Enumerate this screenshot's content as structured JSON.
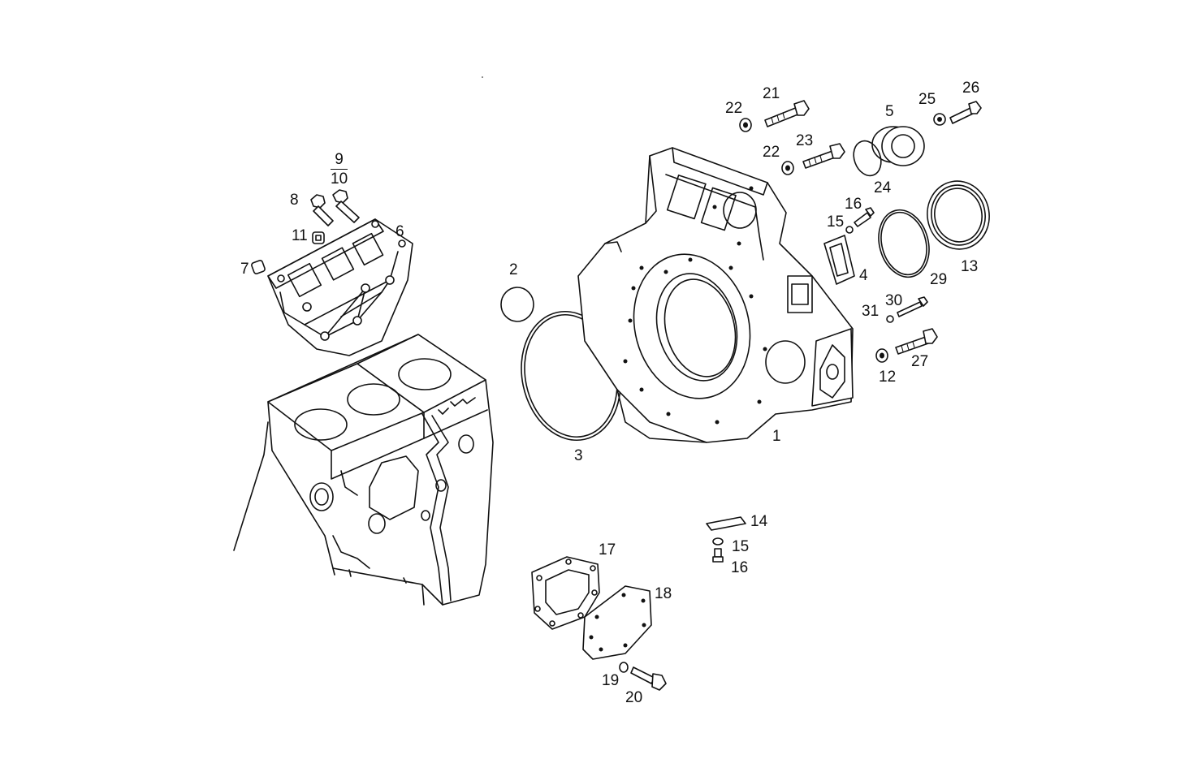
{
  "diagram": {
    "callouts": {
      "p1": "1",
      "p2": "2",
      "p3": "3",
      "p4": "4",
      "p5": "5",
      "p6": "6",
      "p7": "7",
      "p8": "8",
      "p9": "9",
      "p10": "10",
      "p11": "11",
      "p12": "12",
      "p13": "13",
      "p14": "14",
      "p15a": "15",
      "p15b": "15",
      "p16a": "16",
      "p16b": "16",
      "p17": "17",
      "p18": "18",
      "p19": "19",
      "p20": "20",
      "p21": "21",
      "p22a": "22",
      "p22b": "22",
      "p23": "23",
      "p24": "24",
      "p25": "25",
      "p26": "26",
      "p27": "27",
      "p29": "29",
      "p30": "30",
      "p31": "31"
    }
  }
}
